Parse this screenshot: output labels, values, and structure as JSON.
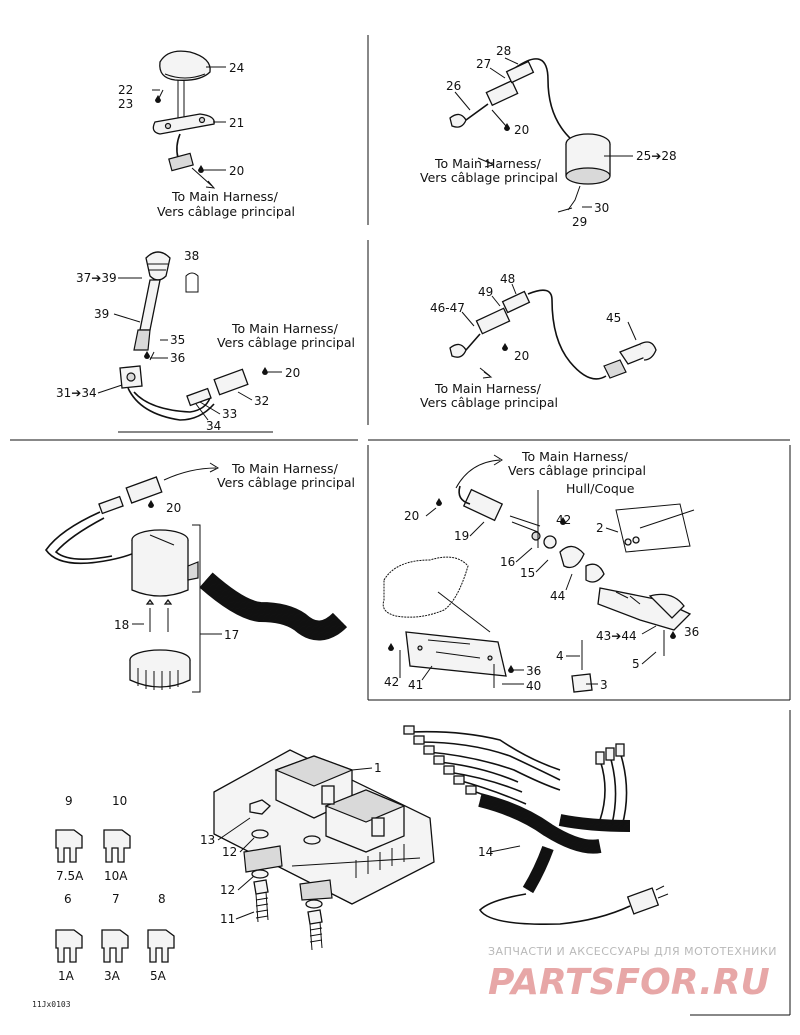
{
  "panels": {
    "p1": {
      "callouts": [
        "24",
        "22",
        "23",
        "21",
        "20"
      ],
      "harness_en": "To Main Harness/",
      "harness_fr": "Vers câblage principal"
    },
    "p2": {
      "callouts": [
        "28",
        "27",
        "26",
        "20",
        "25➔28",
        "30",
        "29"
      ],
      "harness_en": "To Main Harness/",
      "harness_fr": "Vers câblage principal"
    },
    "p3": {
      "callouts": [
        "38",
        "37➔39",
        "39",
        "35",
        "36",
        "20",
        "31➔34",
        "32",
        "33",
        "34"
      ],
      "harness_en": "To Main Harness/",
      "harness_fr": "Vers câblage principal"
    },
    "p4": {
      "callouts": [
        "48",
        "49",
        "46-47",
        "20",
        "45"
      ],
      "harness_en": "To Main Harness/",
      "harness_fr": "Vers câblage principal"
    },
    "p5": {
      "callouts": [
        "20",
        "18",
        "17"
      ],
      "harness_en": "To Main Harness/",
      "harness_fr": "Vers câblage principal"
    },
    "p6": {
      "callouts": [
        "20",
        "19",
        "42",
        "2",
        "16",
        "15",
        "44",
        "43➔44",
        "36",
        "5",
        "4",
        "3",
        "42",
        "41",
        "36",
        "40"
      ],
      "harness_en": "To Main Harness/",
      "harness_fr": "Vers câblage principal",
      "hull": "Hull/Coque"
    },
    "p7": {
      "callouts": [
        "1",
        "13",
        "12",
        "12",
        "11",
        "14"
      ],
      "fuses": [
        {
          "num": "9",
          "rating": "7.5A"
        },
        {
          "num": "10",
          "rating": "10A"
        },
        {
          "num": "6",
          "rating": "1A"
        },
        {
          "num": "7",
          "rating": "3A"
        },
        {
          "num": "8",
          "rating": "5A"
        }
      ]
    }
  },
  "footer": {
    "code": "11Jx0103",
    "watermark_top": "ЗАПЧАСТИ И АКСЕССУАРЫ ДЛЯ МОТОТЕХНИКИ",
    "watermark_logo": "PARTSFOR.RU"
  }
}
